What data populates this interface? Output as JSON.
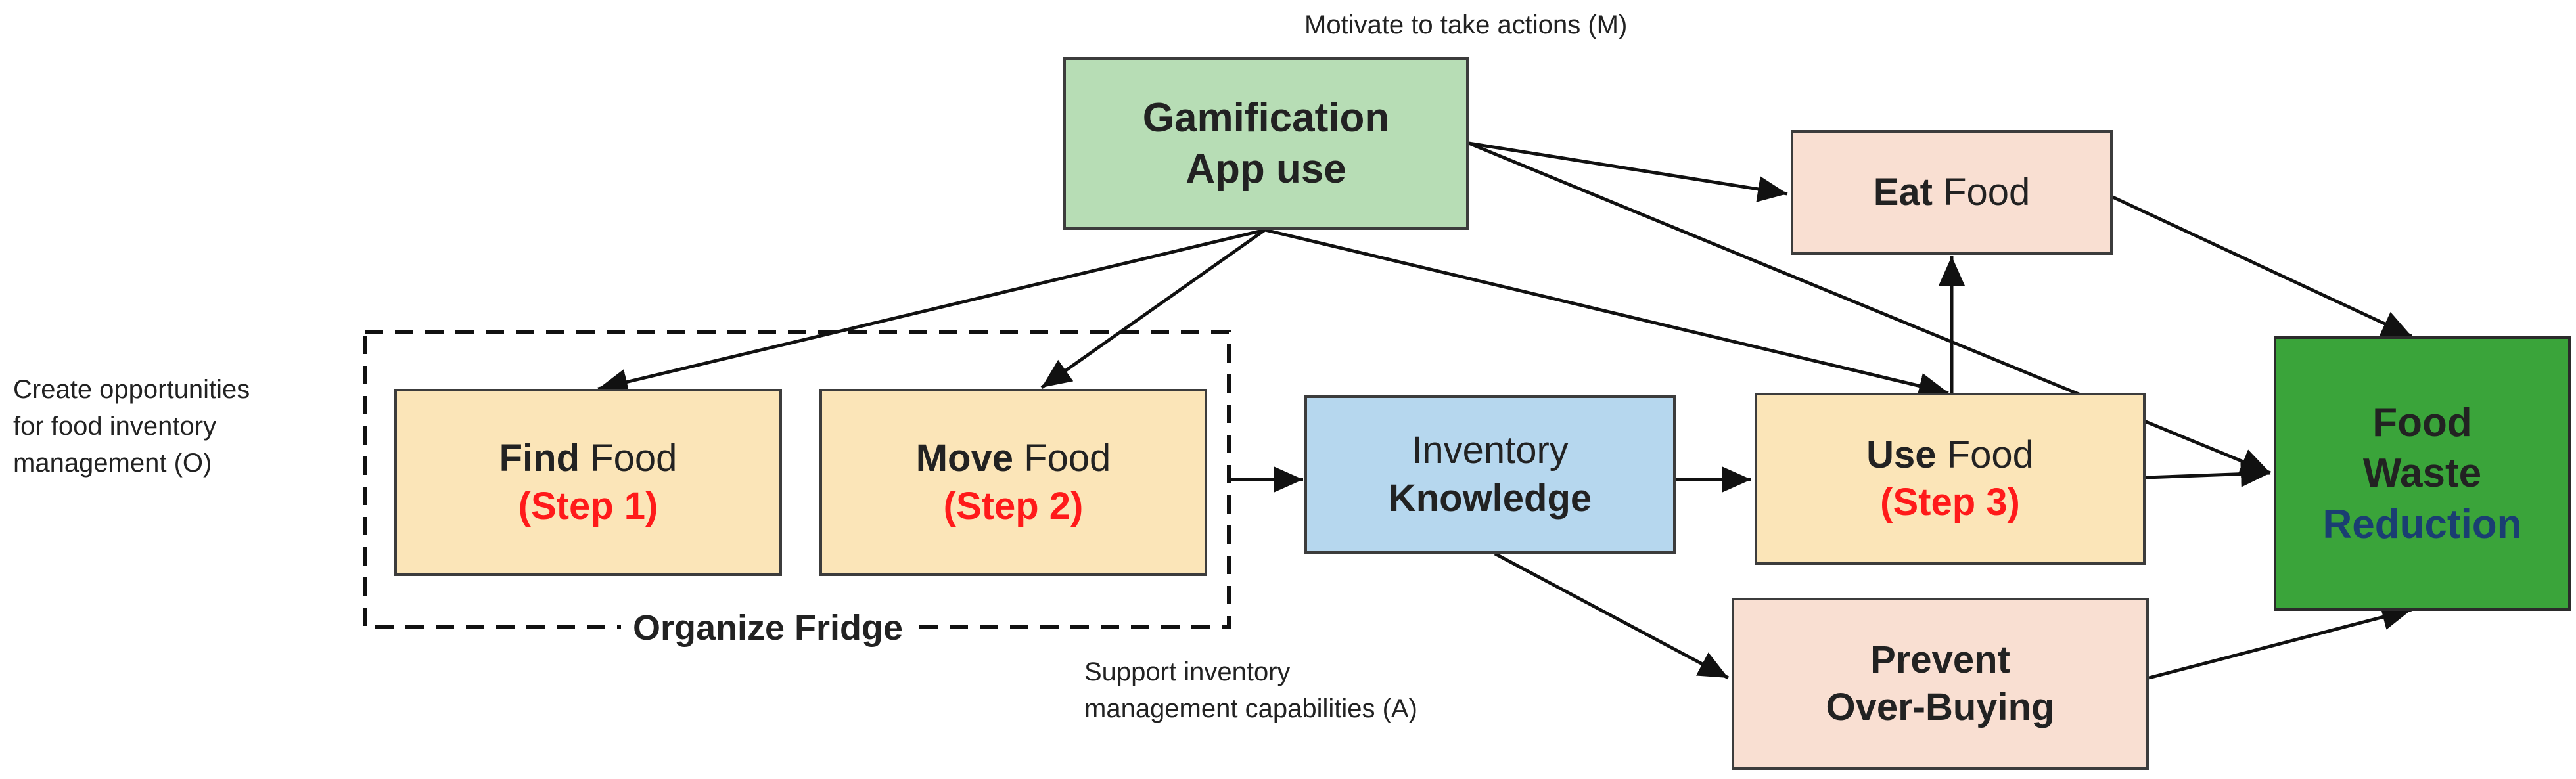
{
  "nodes": {
    "gamification": {
      "line1": "Gamification",
      "line2": "App use"
    },
    "eat": {
      "strong": "Eat",
      "rest": " Food"
    },
    "find": {
      "strong": "Find",
      "rest": " Food",
      "step": "(Step 1)"
    },
    "move": {
      "strong": "Move",
      "rest": " Food",
      "step": "(Step 2)"
    },
    "inventory": {
      "line1": "Inventory",
      "line2": "Knowledge"
    },
    "use": {
      "strong": "Use",
      "rest": " Food",
      "step": "(Step 3)"
    },
    "reduction": {
      "line1": "Food",
      "line2": "Waste",
      "line3": "Reduction"
    },
    "prevent": {
      "line1": "Prevent",
      "line2": "Over-Buying"
    }
  },
  "labels": {
    "motivate": "Motivate to take actions (M)",
    "opportunity_1": "Create opportunities",
    "opportunity_2": "for food inventory",
    "opportunity_3": "management (O)",
    "support_1": "Support inventory",
    "support_2": "management capabilities (A)",
    "organize": "Organize Fridge"
  },
  "colors": {
    "gamification": "#b7ddb5",
    "steps": "#fbe5b8",
    "inventory": "#b6d7ee",
    "outcomes": "#f9dfd2",
    "reduction": "#3aa43a",
    "step_text": "#ff1a1a",
    "reduction_text": "#1a3e72"
  }
}
